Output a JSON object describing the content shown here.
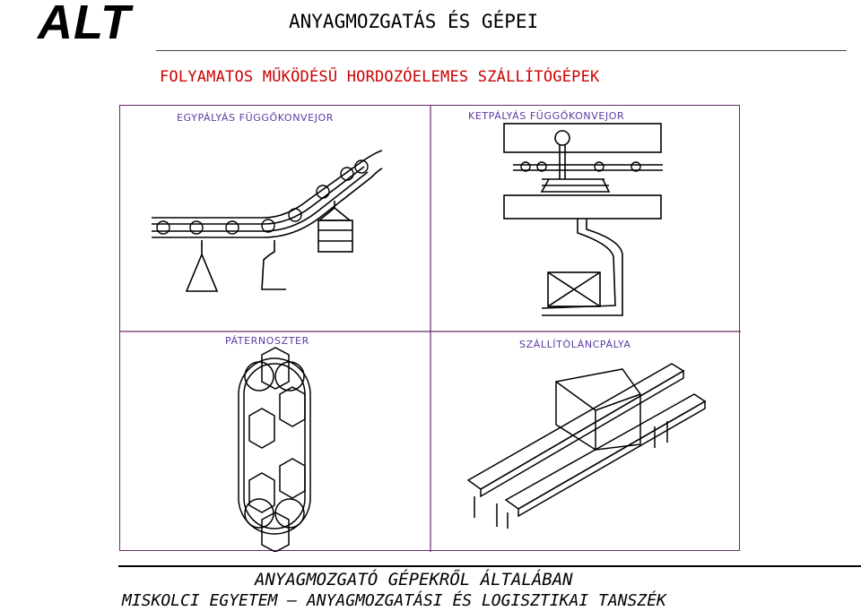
{
  "header": {
    "logo": "ALT",
    "title": "ANYAGMOZGATÁS ÉS GÉPEI"
  },
  "slide": {
    "subtitle": "FOLYAMATOS MŰKÖDÉSŰ HORDOZÓELEMES SZÁLLÍTÓGÉPEK"
  },
  "figure": {
    "panels": [
      {
        "label": "EGYPÁLYÁS FÜGGŐKONVEJOR"
      },
      {
        "label": "KETPÁLYÁS FÜGGŐKONVEJOR"
      },
      {
        "label": "PÁTERNOSZTER"
      },
      {
        "label": "SZÁLLÍTÓLÁNCPÁLYA"
      }
    ]
  },
  "footer": {
    "line1": "ANYAGMOZGATÓ GÉPEKRŐL ÁLTALÁBAN",
    "line2": "MISKOLCI EGYETEM – ANYAGMOZGATÁSI ÉS LOGISZTIKAI TANSZÉK"
  },
  "colors": {
    "subtitle": "#cc0000",
    "panel_label": "#5b3aa3",
    "frame": "#6a2a6a"
  }
}
